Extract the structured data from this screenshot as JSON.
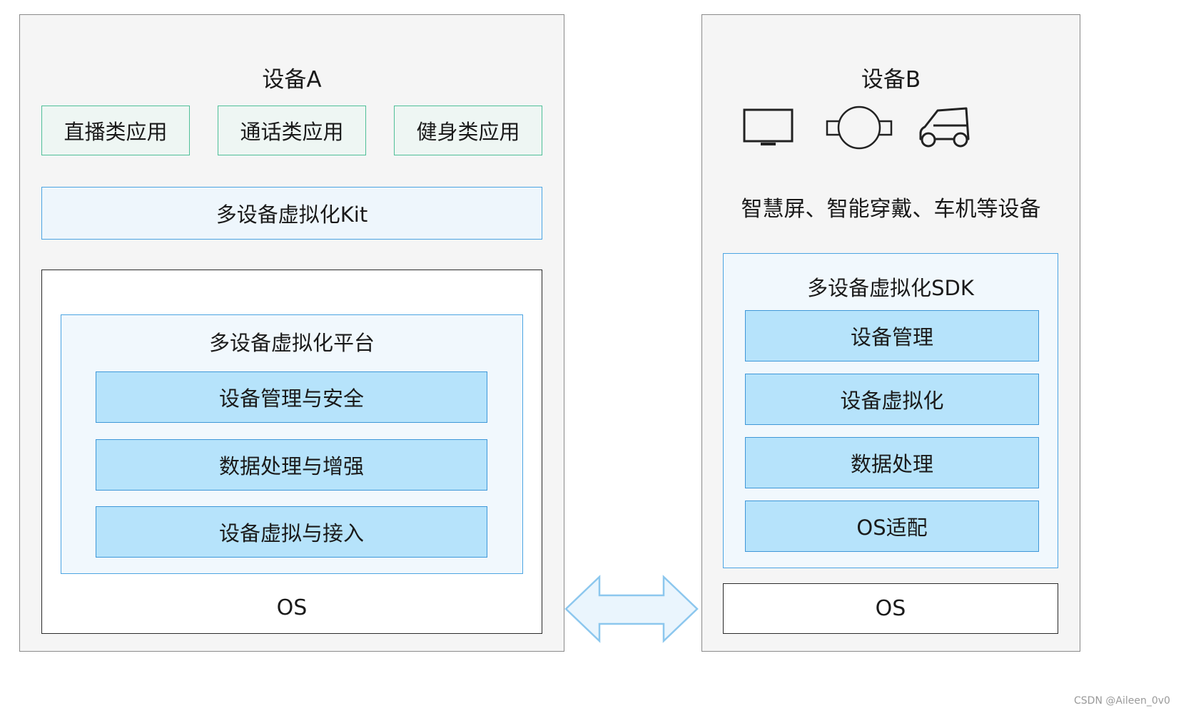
{
  "device_a": {
    "title": "设备A",
    "apps": [
      "直播类应用",
      "通话类应用",
      "健身类应用"
    ],
    "kit": "多设备虚拟化Kit",
    "platform": {
      "title": "多设备虚拟化平台",
      "modules": [
        "设备管理与安全",
        "数据处理与增强",
        "设备虚拟与接入"
      ]
    },
    "os": "OS"
  },
  "device_b": {
    "title": "设备B",
    "icons": [
      "tv-icon",
      "watch-icon",
      "car-icon"
    ],
    "caption": "智慧屏、智能穿戴、车机等设备",
    "sdk": {
      "title": "多设备虚拟化SDK",
      "modules": [
        "设备管理",
        "设备虚拟化",
        "数据处理",
        "OS适配"
      ]
    },
    "os": "OS"
  },
  "connector": {
    "icon": "double-arrow-icon",
    "fill": "#eaf5fd",
    "stroke": "#8cc7ee"
  },
  "watermark": "CSDN @Aileen_0v0"
}
